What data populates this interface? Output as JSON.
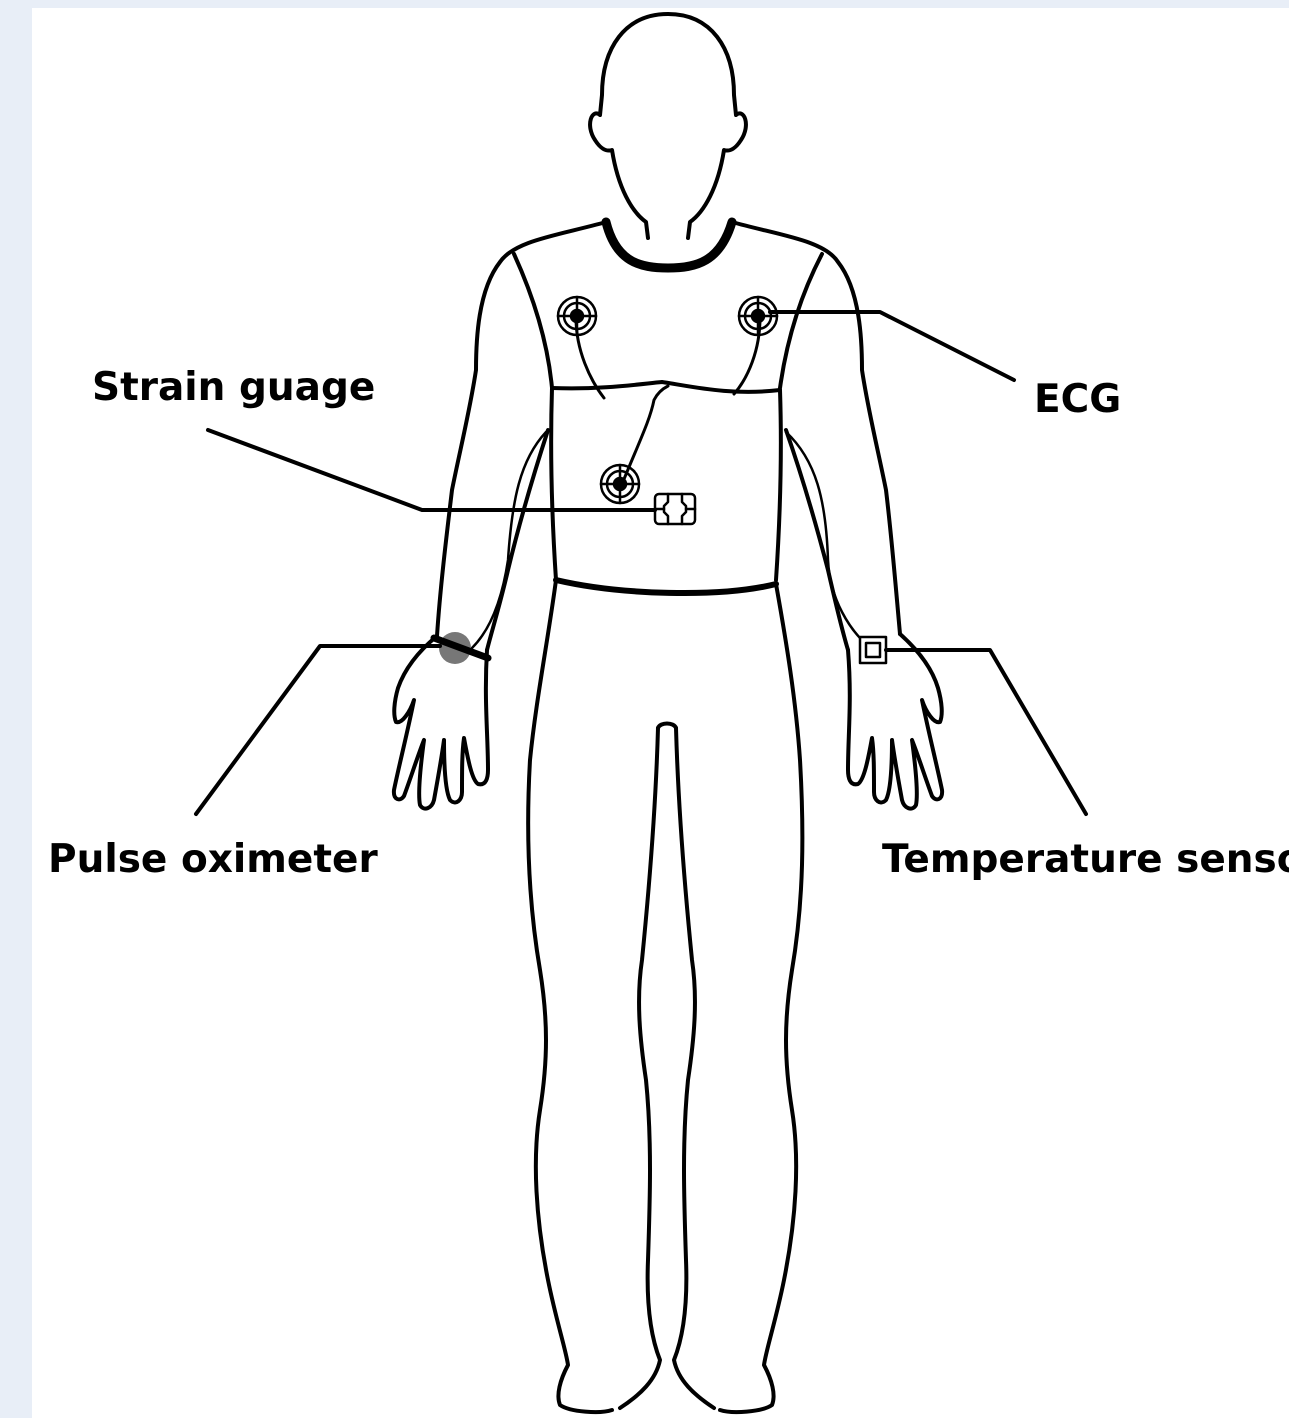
{
  "labels": {
    "strain": "Strain guage",
    "ecg": "ECG",
    "pulse": "Pulse oximeter",
    "temperature": "Temperature senso"
  },
  "colors": {
    "background": "#e8eef7",
    "panel": "#ffffff",
    "ink": "#000000",
    "sensor_gray": "#777777"
  },
  "icons": {
    "ecg_electrode": "ecg-electrode-icon",
    "strain_chip": "strain-gauge-chip-icon",
    "temperature_patch": "temperature-sensor-icon",
    "pulse_band": "pulse-oximeter-band-icon"
  }
}
